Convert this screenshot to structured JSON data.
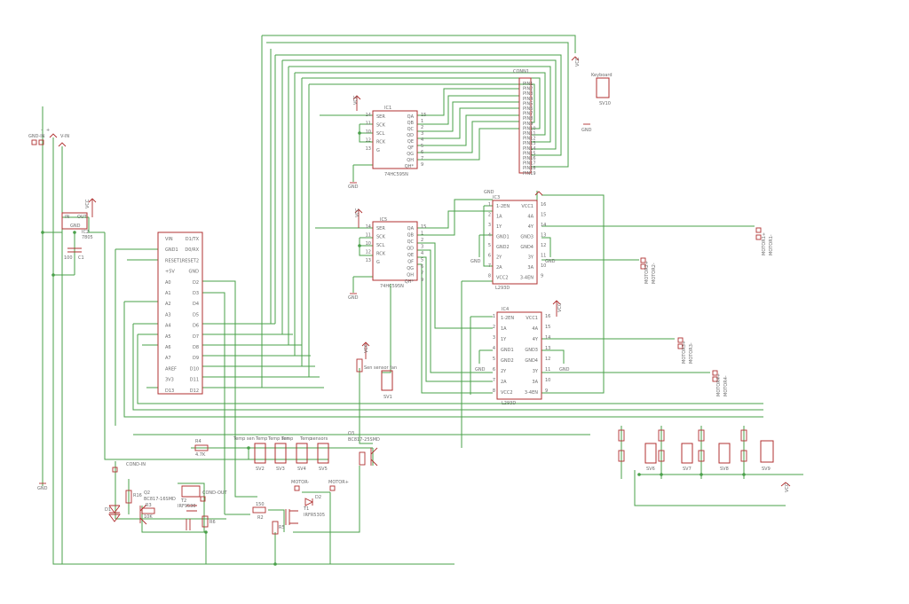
{
  "colors": {
    "wire": "#4aa04a",
    "component": "#b03030",
    "text": "#6a6a6a",
    "background": "#ffffff"
  },
  "ics": {
    "conn": {
      "name": "CONN1",
      "pins": [
        "PIN1",
        "PIN2",
        "PIN3",
        "PIN4",
        "PIN5",
        "PIN6",
        "PIN7",
        "PIN8",
        "PIN9",
        "PIN10",
        "PIN11",
        "PIN12",
        "PIN13",
        "PIN14",
        "PIN15",
        "PIN16",
        "PIN17",
        "PIN18",
        "PIN19"
      ]
    },
    "ic1": {
      "name": "IC1",
      "part": "74HC595N",
      "left_pins": [
        "SER",
        "SCK",
        "SCL",
        "RCK",
        "G"
      ],
      "left_nums": [
        "14",
        "11",
        "10",
        "12",
        "13"
      ],
      "right_pins": [
        "QA",
        "QB",
        "QC",
        "QD",
        "QE",
        "QF",
        "QG",
        "QH",
        "QH*"
      ],
      "right_nums": [
        "15",
        "1",
        "2",
        "3",
        "4",
        "5",
        "6",
        "7",
        "9"
      ]
    },
    "ic5": {
      "name": "IC5",
      "part": "74HC595N",
      "left_pins": [
        "SER",
        "SCK",
        "SCL",
        "RCK",
        "G"
      ],
      "left_nums": [
        "14",
        "11",
        "10",
        "12",
        "13"
      ],
      "right_pins": [
        "QA",
        "QB",
        "QC",
        "QD",
        "QE",
        "QF",
        "QG",
        "QH",
        "QH*"
      ],
      "right_nums": [
        "15",
        "1",
        "2",
        "3",
        "4",
        "5",
        "6",
        "7",
        "9"
      ]
    },
    "ic3": {
      "name": "IC3",
      "part": "L293D",
      "left_pins": [
        "1-2EN",
        "1A",
        "1Y",
        "GND1",
        "GND2",
        "2Y",
        "2A",
        "VCC2"
      ],
      "right_pins": [
        "VCC1",
        "4A",
        "4Y",
        "GND3",
        "GND4",
        "3Y",
        "3A",
        "3-4EN"
      ],
      "left_nums": [
        "1",
        "2",
        "3",
        "4",
        "5",
        "6",
        "7",
        "8"
      ],
      "right_nums": [
        "16",
        "15",
        "14",
        "13",
        "12",
        "11",
        "10",
        "9"
      ]
    },
    "ic4": {
      "name": "IC4",
      "part": "L293D",
      "left_pins": [
        "1-2EN",
        "1A",
        "1Y",
        "GND1",
        "GND2",
        "2Y",
        "2A",
        "VCC2"
      ],
      "right_pins": [
        "VCC1",
        "4A",
        "4Y",
        "GND3",
        "GND4",
        "3Y",
        "3A",
        "3-4EN"
      ],
      "left_nums": [
        "1",
        "2",
        "3",
        "4",
        "5",
        "6",
        "7",
        "8"
      ],
      "right_nums": [
        "16",
        "15",
        "14",
        "13",
        "12",
        "11",
        "10",
        "9"
      ]
    },
    "arduino": {
      "left_pins": [
        "VIN",
        "GND1",
        "RESET1",
        "+5V",
        "A0",
        "A1",
        "A2",
        "A3",
        "A4",
        "A5",
        "A6",
        "A7",
        "AREF",
        "3V3",
        "D13"
      ],
      "right_pins": [
        "D1/TX",
        "D0/RX",
        "RESET2",
        "GND",
        "D2",
        "D3",
        "D4",
        "D5",
        "D6",
        "D7",
        "D8",
        "D9",
        "D10",
        "D11",
        "D12"
      ]
    },
    "ic2": {
      "name": "IC2",
      "part": "7805",
      "pin_in": "IN",
      "pin_out": "OUT",
      "pin_gnd": "GND"
    }
  },
  "labels": {
    "vcc": "VCC",
    "gnd": "GND",
    "gnd_in": "GND-IN",
    "v_in": "V-IN",
    "v_plus": "+",
    "v_minus": "-",
    "cond_in": "COND-IN",
    "cond_out": "COND-OUT",
    "motor_minus": "MOTOR-",
    "motor_plus": "MOTOR+",
    "motor1_plus": "MOTOR1+",
    "motor1_minus": "MOTOR1-",
    "motor2_plus": "MOTOR2+",
    "motor2_minus": "MOTOR2-",
    "motor3_plus": "MOTOR3+",
    "motor3_minus": "MOTOR3-",
    "motor4_plus": "MOTOR4+",
    "motor4_minus": "MOTOR4-",
    "keyboard": "Keyboard",
    "sv10": "SV10",
    "sv1": "SV1",
    "sv1_label": "Sen sensor fan",
    "temp_sen": "Temp sen",
    "temp": "Temp",
    "sensors": "sensors",
    "sv2": "SV2",
    "sv3": "SV3",
    "sv4": "SV4",
    "sv5": "SV5",
    "sv6": "SV6",
    "sv7": "SV7",
    "sv8": "SV8",
    "sv9": "SV9",
    "r4": "R4",
    "r4_val": "4.7K",
    "r16": "R16",
    "r3": "R3",
    "r3_val": "10K",
    "r2": "R2",
    "r2_val": "150",
    "r5": "R5",
    "r6": "R6",
    "q3": "Q3",
    "q3_part": "BC817-25SMD",
    "q2": "Q2",
    "q2_part": "BC817-16SMD",
    "t2": "T2",
    "t2_part": "IRF9530",
    "t1": "T1",
    "t1_part": "IRFR5305",
    "d1": "D1",
    "d2": "D2",
    "c1": "C1",
    "c1_val": "100"
  }
}
